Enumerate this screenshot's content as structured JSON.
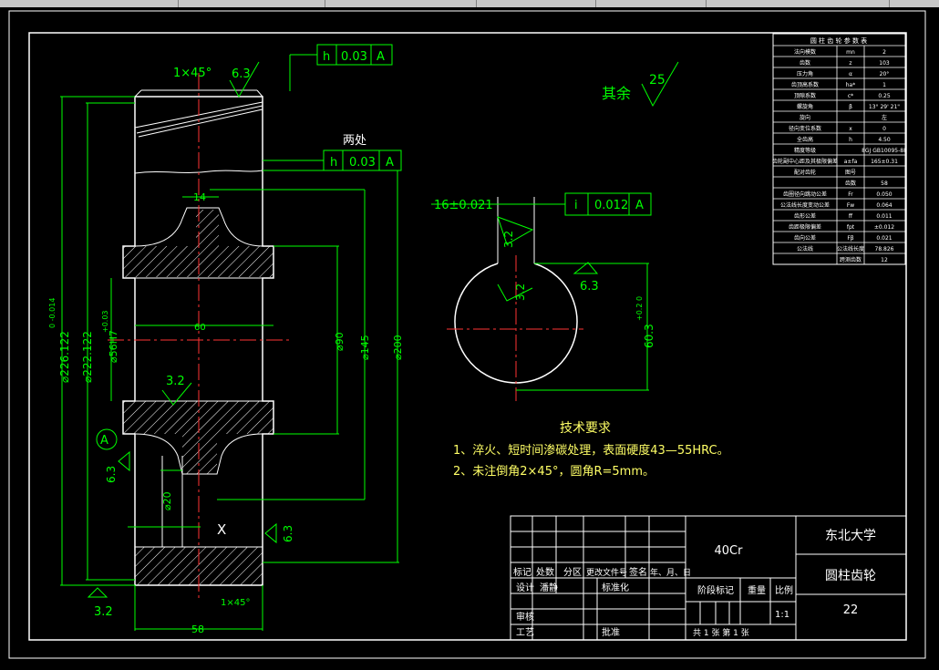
{
  "drawing": {
    "chamfer_top": "1×45°",
    "chamfer_bottom": "1×45°",
    "rough_6_3": "6.3",
    "rough_3_2": "3.2",
    "rough_25": "25",
    "remaining_label": "其余",
    "two_places": "两处",
    "tol_h_symbol": "h",
    "tol_h_value": "0.03",
    "datum_A": "A",
    "tol_i_symbol": "i",
    "tol_i_value": "0.012",
    "dim_14": "14",
    "dim_60": "60",
    "dim_90": "⌀90",
    "dim_145": "⌀145",
    "dim_200": "⌀200",
    "dim_226": "⌀226.122",
    "dim_226_tol": "0\n-0.014",
    "dim_222": "⌀222.122",
    "dim_56H7": "⌀56H7",
    "dim_56_tol": "+0.03",
    "dim_20": "⌀20",
    "dim_58": "58",
    "keyway_width": "16±0.021",
    "keyway_depth": "60.3",
    "keyway_depth_tol": "+0.2 0",
    "section_mark": "X"
  },
  "tech_requirements": {
    "title": "技术要求",
    "item1": "1、淬火、短时间渗碳处理，表面硬度43—55HRC。",
    "item2": "2、未注倒角2×45°，圆角R=5mm。"
  },
  "param_table": {
    "title": "圆 柱 齿 轮 参 数 表",
    "rows": [
      [
        "法向模数",
        "mn",
        "2"
      ],
      [
        "齿数",
        "z",
        "103"
      ],
      [
        "压力角",
        "α",
        "20°"
      ],
      [
        "齿顶高系数",
        "ha*",
        "1"
      ],
      [
        "顶隙系数",
        "c*",
        "0.25"
      ],
      [
        "螺旋角",
        "β",
        "13° 29' 21\""
      ],
      [
        "旋向",
        "",
        "左"
      ],
      [
        "径向变位系数",
        "x",
        "0"
      ],
      [
        "全齿高",
        "h",
        "4.50"
      ],
      [
        "精度等级",
        "",
        "8GJ GB10095-88"
      ],
      [
        "齿轮副中心距及其极限偏差",
        "a±fa",
        "165±0.31"
      ],
      [
        "配对齿轮",
        "图号",
        ""
      ],
      [
        "",
        "齿数",
        "58"
      ],
      [
        "齿圈径向跳动公差",
        "Fr",
        "0.050"
      ],
      [
        "公法线长度变动公差",
        "Fw",
        "0.064"
      ],
      [
        "齿形公差",
        "ff",
        "0.011"
      ],
      [
        "齿距极限偏差",
        "fpt",
        "±0.012"
      ],
      [
        "齿向公差",
        "Fβ",
        "0.021"
      ],
      [
        "公法线",
        "公法线长度",
        "78.826"
      ],
      [
        "",
        "跨测齿数",
        "12"
      ]
    ]
  },
  "title_block": {
    "material": "40Cr",
    "school": "东北大学",
    "part_name": "圆柱齿轮",
    "drawing_no": "22",
    "h_mark": "标记",
    "h_count": "处数",
    "h_zone": "分区",
    "h_doc": "更改文件号",
    "h_sign": "签名",
    "h_date": "年、月、日",
    "design": "设计",
    "designer": "潘静",
    "standardize": "标准化",
    "review": "审核",
    "process": "工艺",
    "approve": "批准",
    "stage_mark": "阶段标记",
    "weight": "重量",
    "scale": "比例",
    "scale_value": "1:1",
    "sheet_info": "共  1  张      第  1  张"
  }
}
